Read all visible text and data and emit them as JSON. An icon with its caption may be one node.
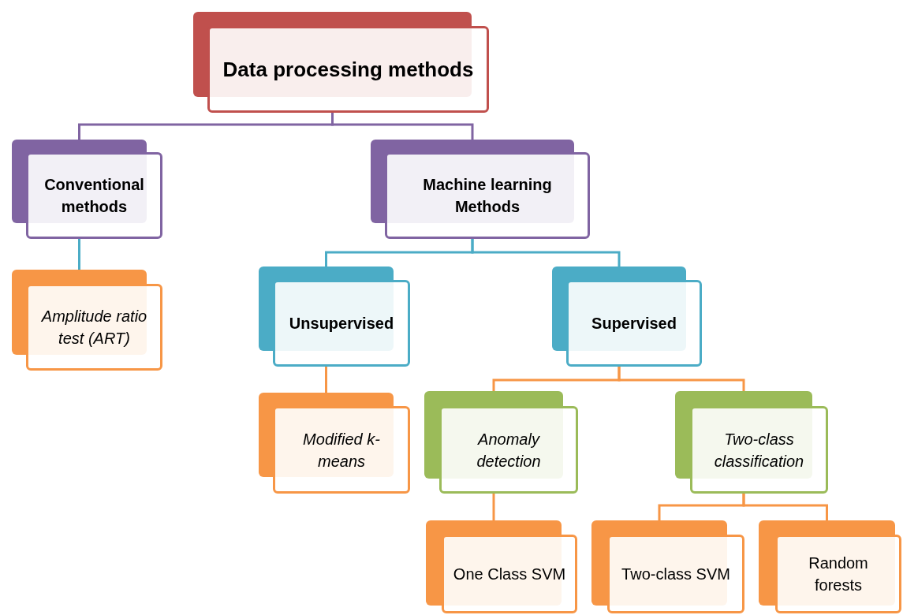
{
  "diagram": {
    "nodes": [
      {
        "text": [
          "Data processing methods"
        ]
      },
      {
        "text": [
          "Conventional methods"
        ]
      },
      {
        "text": [
          "Machine learning Methods"
        ]
      },
      {
        "text": [
          "Amplitude ratio test (ART)"
        ]
      },
      {
        "text": [
          "Unsupervised"
        ]
      },
      {
        "text": [
          "Supervised"
        ]
      },
      {
        "text": [
          "Modified k-means"
        ]
      },
      {
        "text": [
          "Anomaly detection"
        ]
      },
      {
        "text": [
          "Two-class classification"
        ]
      },
      {
        "text": [
          "One Class SVM"
        ]
      },
      {
        "text": [
          "Two-class SVM"
        ]
      },
      {
        "text": [
          "Random forests"
        ]
      }
    ],
    "edges": [
      {
        "from": 0,
        "to": 1,
        "arrow": "none",
        "color": "#8064a2"
      },
      {
        "from": 0,
        "to": 2,
        "arrow": "none",
        "color": "#8064a2"
      },
      {
        "from": 1,
        "to": 3,
        "arrow": "none",
        "color": "#4bacc6"
      },
      {
        "from": 2,
        "to": 4,
        "arrow": "none",
        "color": "#4bacc6"
      },
      {
        "from": 2,
        "to": 5,
        "arrow": "none",
        "color": "#4bacc6"
      },
      {
        "from": 4,
        "to": 6,
        "arrow": "none"
      },
      {
        "from": 5,
        "to": 7,
        "arrow": "none"
      },
      {
        "from": 5,
        "to": 8,
        "arrow": "none"
      },
      {
        "from": 7,
        "to": 9,
        "arrow": "none"
      },
      {
        "from": 8,
        "to": 10,
        "arrow": "none"
      },
      {
        "from": 8,
        "to": 11,
        "arrow": "none"
      }
    ]
  }
}
